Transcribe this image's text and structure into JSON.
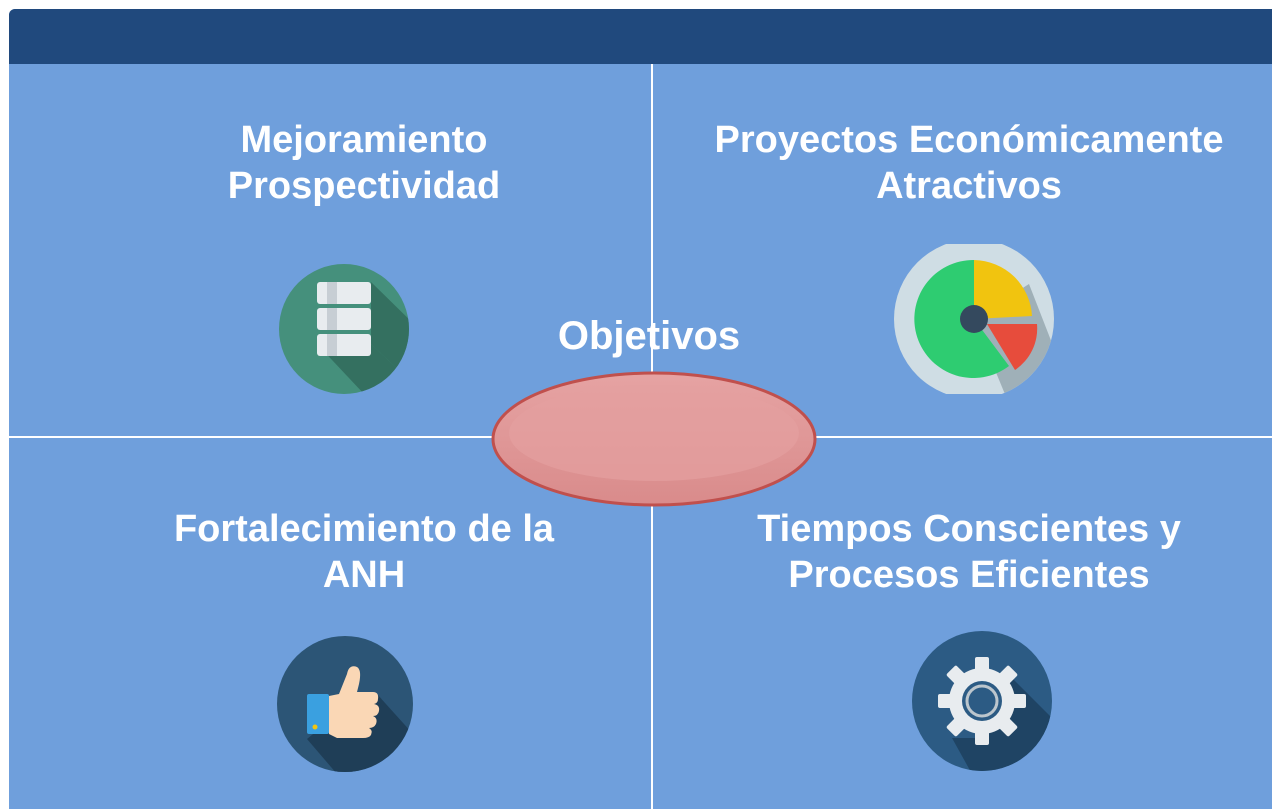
{
  "center": {
    "label": "Objetivos"
  },
  "quadrants": [
    {
      "id": "tl",
      "title_line1": "Mejoramiento",
      "title_line2": "Prospectividad",
      "icon": "server-stack-icon"
    },
    {
      "id": "tr",
      "title_line1": "Proyectos Económicamente",
      "title_line2": "Atractivos",
      "icon": "pie-chart-icon"
    },
    {
      "id": "bl",
      "title_line1": "Fortalecimiento de la",
      "title_line2": "ANH",
      "icon": "thumbs-up-icon"
    },
    {
      "id": "br",
      "title_line1": "Tiempos Conscientes y",
      "title_line2": "Procesos Eficientes",
      "icon": "gear-icon"
    }
  ],
  "colors": {
    "background": "#6f9fdc",
    "header": "#20497d",
    "oval": "#e09a9a",
    "oval_border": "#c0504d"
  }
}
